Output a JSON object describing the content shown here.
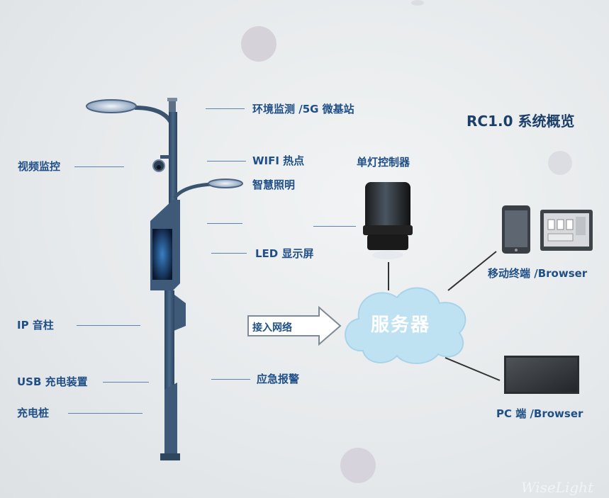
{
  "title": "RC1.0 系统概览",
  "left_labels": {
    "video": "视频监控",
    "ip_speaker": "IP 音柱",
    "usb": "USB 充电装置",
    "charging": "充电桩"
  },
  "mid_labels": {
    "env": "环境监测 /5G 微基站",
    "wifi": "WIFI 热点",
    "lighting": "智慧照明",
    "led": "LED 显示屏",
    "emergency": "应急报警"
  },
  "controller_label": "单灯控制器",
  "arrow_label": "接入网络",
  "server_label": "服务器",
  "mobile_label": "移动终端 /Browser",
  "pc_label": "PC 端 /Browser",
  "watermark": "WiseLight",
  "colors": {
    "label_text": "#1f4f86",
    "pole": "#3a5470",
    "cloud": "#bfe2f3",
    "leader": "#5a84b8"
  }
}
